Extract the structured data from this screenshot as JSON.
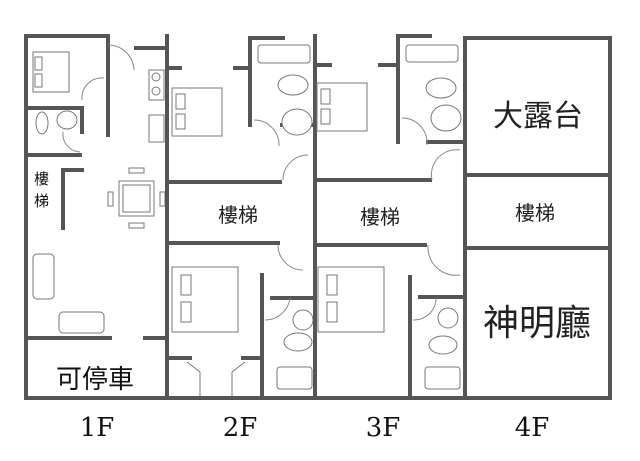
{
  "floors": [
    {
      "label": "1F",
      "rooms": {
        "stairs_top": "樓",
        "stairs_bottom": "梯",
        "parking": "可停車"
      }
    },
    {
      "label": "2F",
      "rooms": {
        "stairs": "樓梯"
      }
    },
    {
      "label": "3F",
      "rooms": {
        "stairs": "樓梯"
      }
    },
    {
      "label": "4F",
      "rooms": {
        "terrace": "大露台",
        "stairs": "樓梯",
        "shrine": "神明廳"
      }
    }
  ]
}
